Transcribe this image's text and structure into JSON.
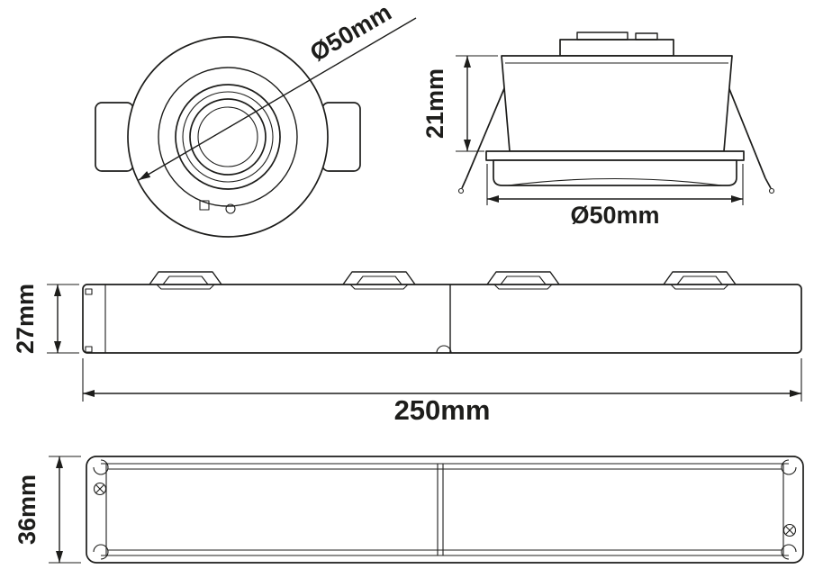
{
  "drawing": {
    "background": "#ffffff",
    "line_color": "#1d1d1b",
    "views": {
      "sensor_front": {
        "dim_diameter": "Ø50mm"
      },
      "sensor_side": {
        "dim_depth": "21mm",
        "dim_diameter": "Ø50mm"
      },
      "driver_side": {
        "dim_height": "27mm",
        "dim_length": "250mm"
      },
      "driver_top": {
        "dim_width": "36mm"
      }
    }
  }
}
